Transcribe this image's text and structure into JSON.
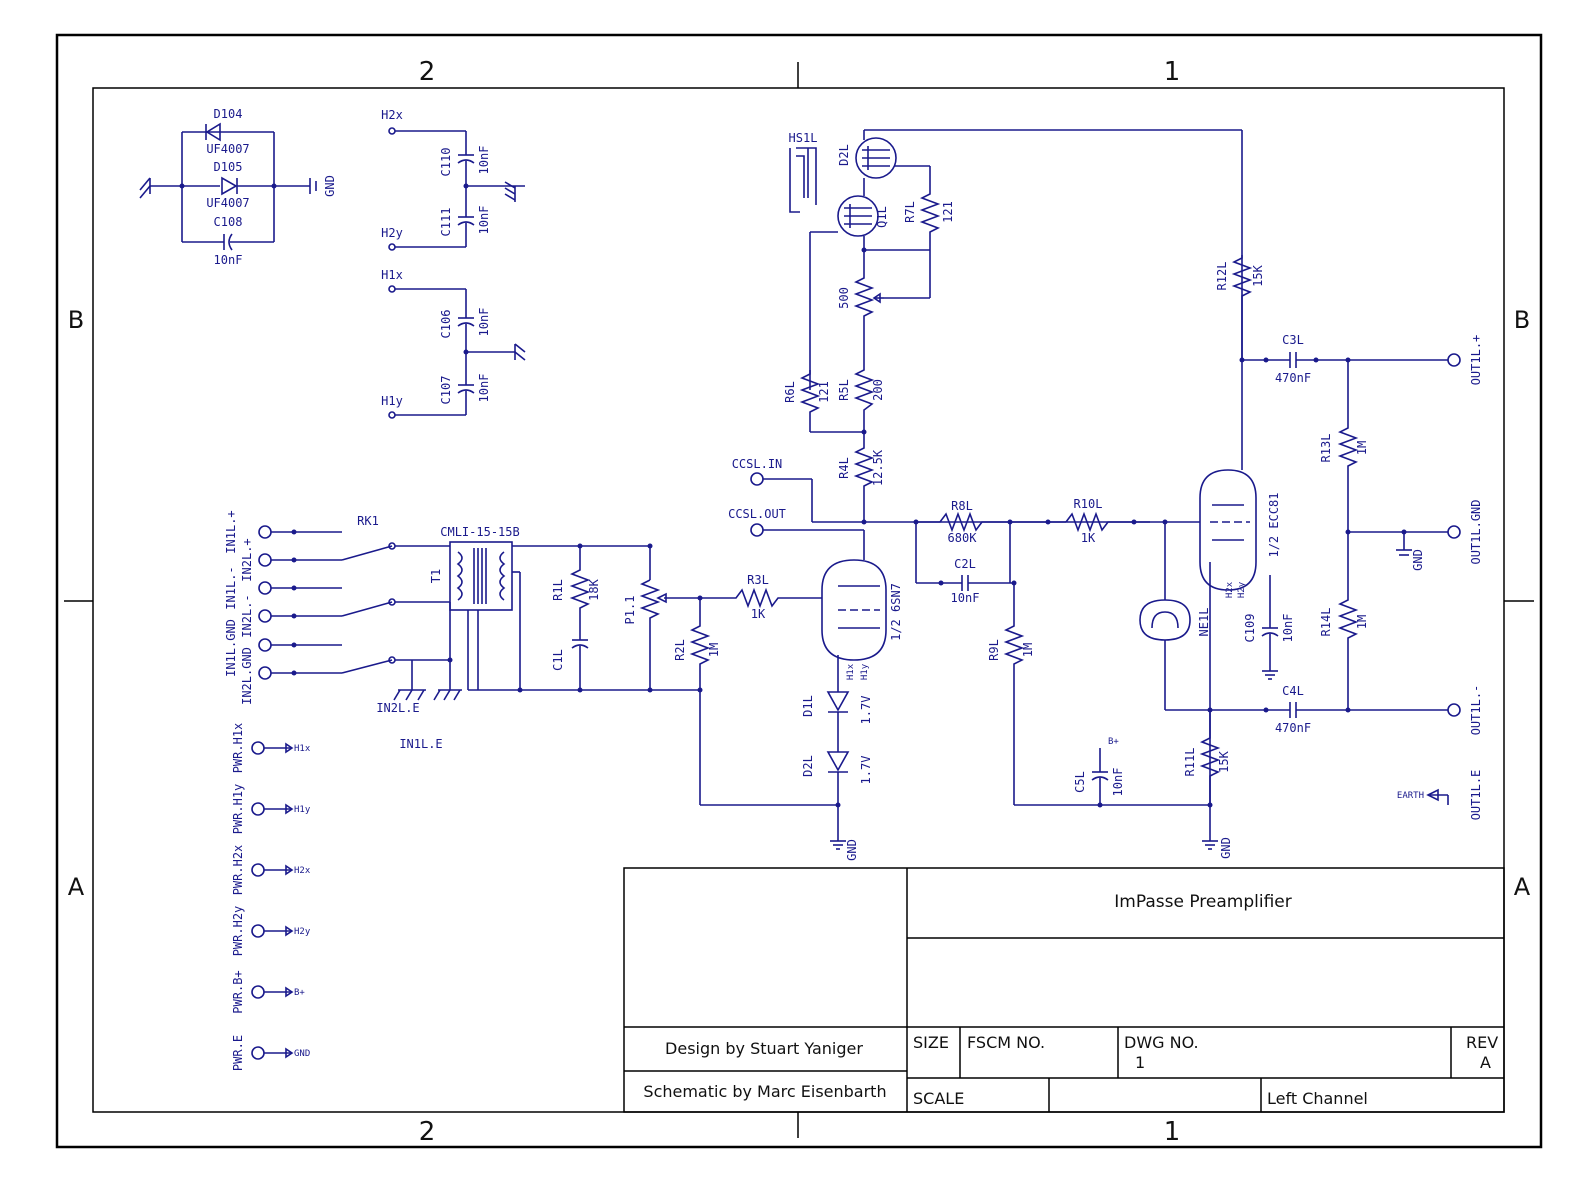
{
  "zones": {
    "col_left": "2",
    "col_right": "1",
    "row_top": "B",
    "row_bottom": "A"
  },
  "title_block": {
    "title": "ImPasse Preamplifier",
    "design_by": "Design by Stuart Yaniger",
    "schematic_by": "Schematic by Marc Eisenbarth",
    "size_label": "SIZE",
    "fscm_label": "FSCM NO.",
    "dwg_label": "DWG NO.",
    "dwg_value": "1",
    "rev_label": "REV",
    "rev_value": "A",
    "scale_label": "SCALE",
    "sheet_name": "Left Channel"
  },
  "components": {
    "d104": "D104",
    "d105": "D105",
    "uf4007_a": "UF4007",
    "uf4007_b": "UF4007",
    "c108": "C108",
    "c108_val": "10nF",
    "gnd_top": "GND",
    "h2x": "H2x",
    "h2y": "H2y",
    "h1x": "H1x",
    "h1y": "H1y",
    "c110": "C110",
    "c111": "C111",
    "c106": "C106",
    "c107": "C107",
    "cap_10nf": "10nF",
    "hs1l": "HS1L",
    "d2l_fet": "D2L",
    "q1l": "Q1L",
    "r7l": "R7L",
    "r7l_val": "121",
    "pot500": "500",
    "r6l": "R6L",
    "r6l_val": "121",
    "r5l": "R5L",
    "r5l_val": "200",
    "r4l": "R4L",
    "r4l_val": "12.5K",
    "ccsl_in": "CCSL.IN",
    "ccsl_out": "CCSL.OUT",
    "r8l": "R8L",
    "r8l_val": "680K",
    "r10l": "R10L",
    "r10l_val": "1K",
    "c2l": "C2L",
    "c2l_val": "10nF",
    "r9l": "R9L",
    "r9l_val": "1M",
    "r12l": "R12L",
    "r12l_val": "15K",
    "c3l": "C3L",
    "c3l_val": "470nF",
    "out_plus": "OUT1L.+",
    "out_gnd": "OUT1L.GND",
    "out_minus": "OUT1L.-",
    "out_e": "OUT1L.E",
    "r13l": "R13L",
    "r13l_val": "1M",
    "r14l": "R14L",
    "r14l_val": "1M",
    "c4l": "C4L",
    "c4l_val": "470nF",
    "tube2": "1/2 ECC81",
    "tube1": "1/2 6SN7",
    "ne1l": "NE1L",
    "c109": "C109",
    "c109_val": "10nF",
    "r11l": "R11L",
    "r11l_val": "15K",
    "c5l": "C5L",
    "c5l_val": "10nF",
    "earth": "EARTH",
    "rk1": "RK1",
    "cmli": "CMLI-15-15B",
    "t1": "T1",
    "r1l": "R1L",
    "r1l_val": "18K",
    "c1l": "C1L",
    "p1": "P1.1",
    "r3l": "R3L",
    "r3l_val": "1K",
    "r2l": "R2L",
    "r2l_val": "1M",
    "d1l": "D1L",
    "d2l_led": "D2L",
    "led_val": "1.7V",
    "gnd": "GND",
    "in1l_plus": "IN1L.+",
    "in2l_plus": "IN2L.+",
    "in1l_minus": "IN1L.-",
    "in2l_minus": "IN2L.-",
    "in1l_gnd": "IN1L.GND",
    "in2l_gnd": "IN2L.GND",
    "in2l_e": "IN2L.E",
    "in1l_e": "IN1L.E",
    "bplus": "B+"
  },
  "power_ports": [
    {
      "label": "PWR.H1x",
      "net": "H1x"
    },
    {
      "label": "PWR.H1y",
      "net": "H1y"
    },
    {
      "label": "PWR.H2x",
      "net": "H2x"
    },
    {
      "label": "PWR.H2y",
      "net": "H2y"
    },
    {
      "label": "PWR.B+",
      "net": "B+"
    },
    {
      "label": "PWR.E",
      "net": "GND"
    }
  ],
  "colors": {
    "wire": "#1a1a8c",
    "frame": "#000000"
  }
}
